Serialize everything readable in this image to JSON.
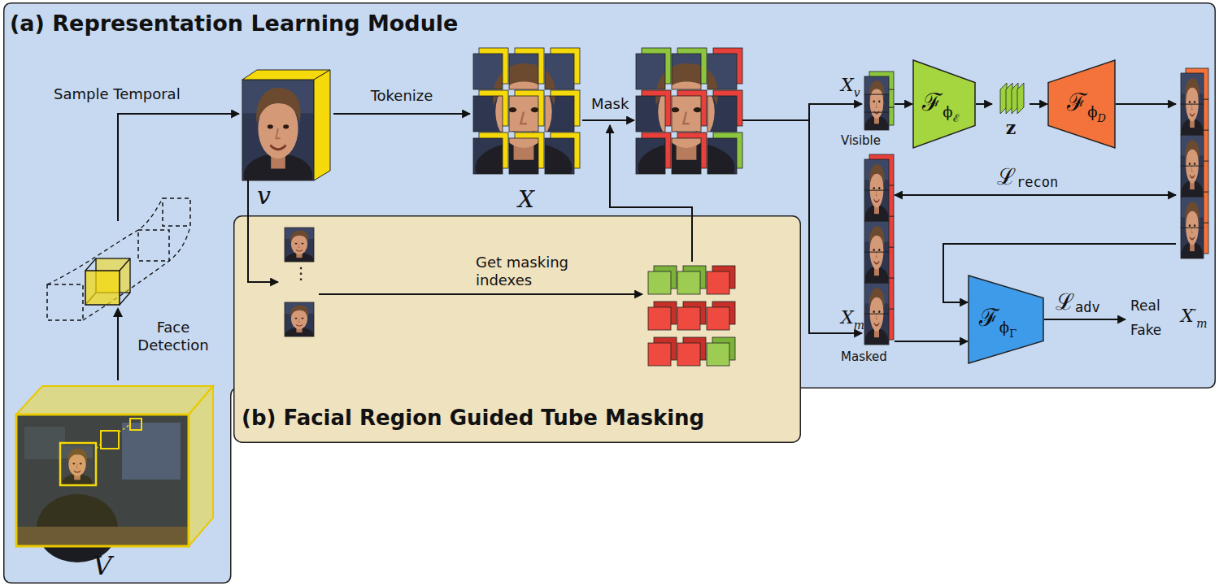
{
  "diagram": {
    "nodes": [
      {
        "text": [
          "(a) Representation Learning Module"
        ]
      },
      {
        "text": [
          "V"
        ],
        "in": 0
      },
      {
        "text": [
          "v"
        ],
        "in": 0
      },
      {
        "text": [
          "X"
        ],
        "in": 0
      },
      {
        "text": [
          "X",
          "v",
          "Visible"
        ],
        "in": 0
      },
      {
        "text": [
          "ℱ",
          "ϕ",
          "ℰ"
        ],
        "in": 0
      },
      {
        "text": [
          "z"
        ],
        "in": 0
      },
      {
        "text": [
          "ℱ",
          "ϕ",
          "D"
        ],
        "in": 0
      },
      {
        "text": [
          "X",
          "′",
          "m"
        ],
        "in": 0
      },
      {
        "text": [
          "X",
          "m",
          "Masked"
        ],
        "in": 0
      },
      {
        "text": [
          "ℱ",
          "ϕ",
          "Γ"
        ],
        "in": 0
      },
      {
        "text": [
          "(b) Facial Region Guided Tube Masking"
        ]
      }
    ],
    "edges": [
      {
        "from": 1,
        "to": 2,
        "arrow": "to",
        "label": "Sample Temporal"
      },
      {
        "from": 2,
        "to": 3,
        "arrow": "to",
        "label": "Tokenize"
      },
      {
        "from": 4,
        "to": 5,
        "arrow": "to"
      },
      {
        "from": 5,
        "to": 6,
        "arrow": "to"
      },
      {
        "from": 6,
        "to": 7,
        "arrow": "to"
      },
      {
        "from": 7,
        "to": 8,
        "arrow": "to"
      },
      {
        "from": 9,
        "to": 8,
        "arrow": "both"
      },
      {
        "from": 8,
        "to": 10,
        "arrow": "to"
      },
      {
        "from": 9,
        "to": 10,
        "arrow": "to"
      }
    ],
    "labels": [
      "Mask",
      "ℒ",
      "recon",
      "Get masking indexes",
      "⋮",
      "ℒ",
      "adv",
      "Real",
      "Fake",
      "Face Detection"
    ]
  }
}
